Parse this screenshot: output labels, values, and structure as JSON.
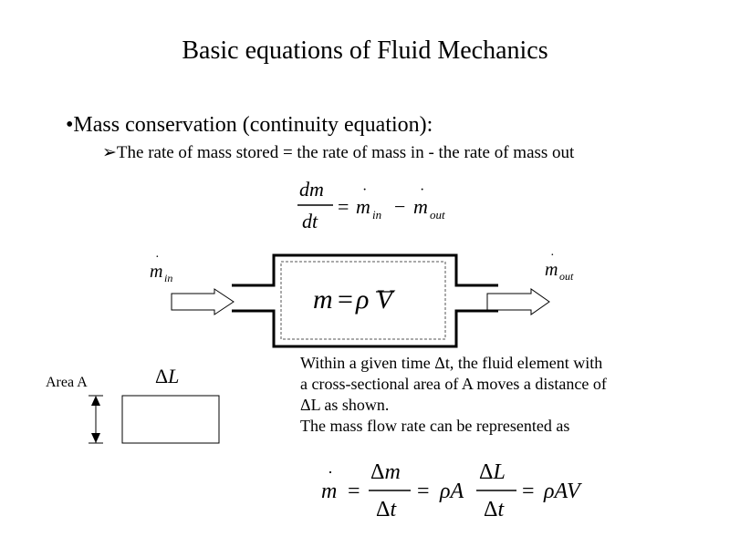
{
  "title": "Basic equations of Fluid Mechanics",
  "bullet": {
    "marker": "•",
    "text": "Mass conservation (continuity equation):"
  },
  "subbullet": {
    "marker": "➢",
    "text": "The rate of mass stored = the rate of mass in - the rate of mass out"
  },
  "equation_top": {
    "dm": "dm",
    "dt": "dt",
    "equals": "=",
    "m_in_base": "m",
    "m_in_sub": "in",
    "minus": "−",
    "m_out_base": "m",
    "m_out_sub": "out"
  },
  "diagram": {
    "inlet_label_base": "m",
    "inlet_label_sub": "in",
    "outlet_label_base": "m",
    "outlet_label_sub": "out",
    "center_m": "m",
    "center_eq": "=",
    "center_rho": "ρ",
    "center_V": "V"
  },
  "element": {
    "area_label": "Area A",
    "delta_label_delta": "Δ",
    "delta_label_L": "L"
  },
  "description": {
    "lines": [
      "Within a given time Δt, the fluid element with",
      "a cross-sectional area of A moves a distance of",
      "ΔL as shown.",
      "The mass flow rate can be represented as"
    ]
  },
  "equation_bottom": {
    "mdot": "m",
    "eq1": "=",
    "frac1_num": "Δm",
    "frac1_den": "Δt",
    "eq2": "=",
    "rhoA": "ρA",
    "frac2_num": "ΔL",
    "frac2_den": "Δt",
    "eq3": "=",
    "rhoAV": "ρAV"
  }
}
